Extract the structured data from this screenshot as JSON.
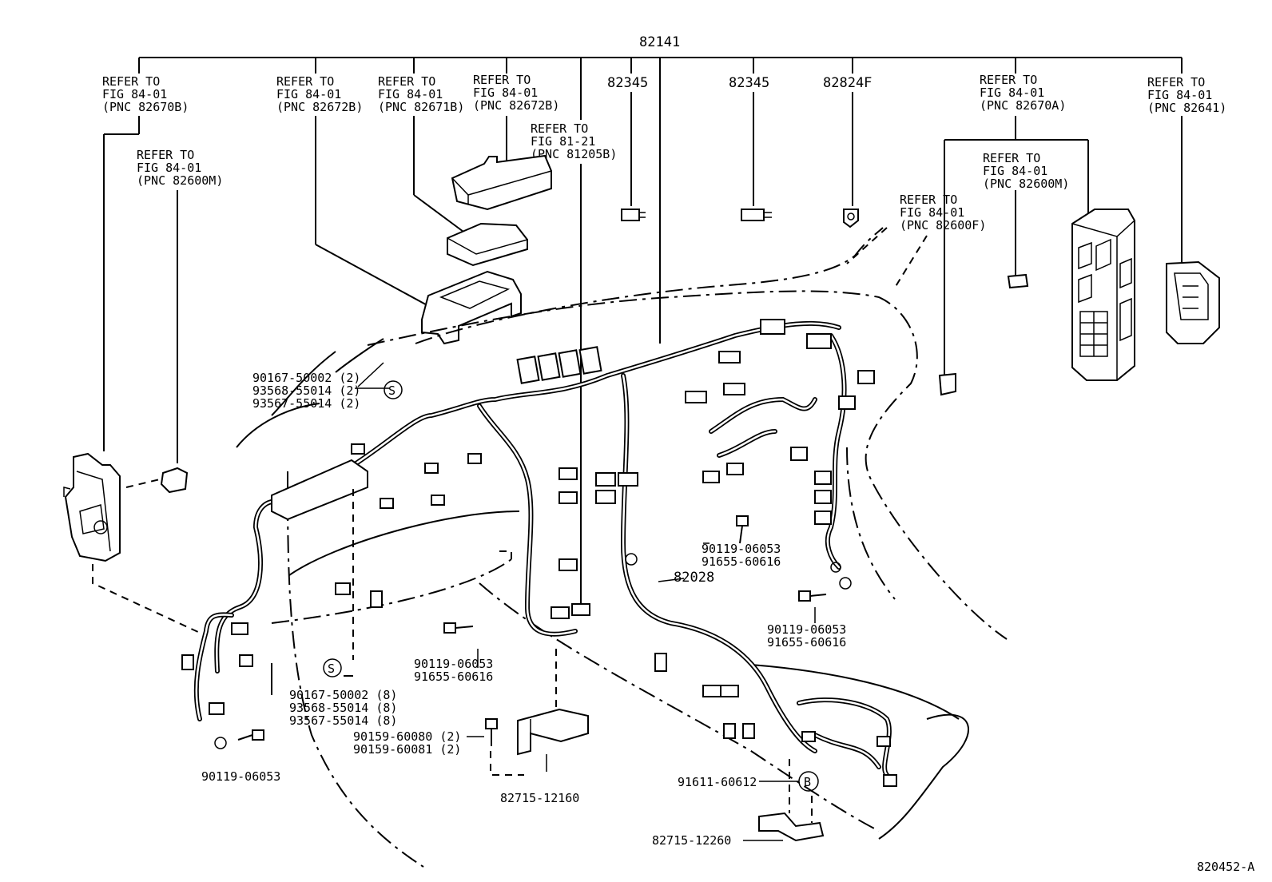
{
  "main_part": "82141",
  "refs": {
    "r82670b": {
      "l1": "REFER TO",
      "l2": "FIG 84-01",
      "l3": "(PNC 82670B)"
    },
    "r82600m_left": {
      "l1": "REFER TO",
      "l2": "FIG 84-01",
      "l3": "(PNC 82600M)"
    },
    "r82672b_a": {
      "l1": "REFER TO",
      "l2": "FIG 84-01",
      "l3": "(PNC 82672B)"
    },
    "r82671b": {
      "l1": "REFER TO",
      "l2": "FIG 84-01",
      "l3": "(PNC 82671B)"
    },
    "r82672b_b": {
      "l1": "REFER TO",
      "l2": "FIG 84-01",
      "l3": "(PNC 82672B)"
    },
    "r81205b": {
      "l1": "REFER TO",
      "l2": "FIG 81-21",
      "l3": "(PNC 81205B)"
    },
    "r82670a": {
      "l1": "REFER TO",
      "l2": "FIG 84-01",
      "l3": "(PNC 82670A)"
    },
    "r82641": {
      "l1": "REFER TO",
      "l2": "FIG 84-01",
      "l3": "(PNC 82641)"
    },
    "r82600m_right": {
      "l1": "REFER TO",
      "l2": "FIG 84-01",
      "l3": "(PNC 82600M)"
    },
    "r82600f": {
      "l1": "REFER TO",
      "l2": "FIG 84-01",
      "l3": "(PNC 82600F)"
    }
  },
  "parts": {
    "p82345_a": "82345",
    "p82345_b": "82345",
    "p82824f": "82824F",
    "p82028": "82028"
  },
  "groups": {
    "top_left": [
      "90167-50002 (2)",
      "93568-55014 (2)",
      "93567-55014 (2)"
    ],
    "bottom_left": [
      "90167-50002 (8)",
      "93568-55014 (8)",
      "93567-55014 (8)"
    ],
    "center": [
      "90119-06053",
      "91655-60616"
    ],
    "right_mid": [
      "90119-06053",
      "91655-60616"
    ],
    "right_low": [
      "90119-06053",
      "91655-60616"
    ],
    "bracket_bolts": [
      "90159-60080 (2)",
      "90159-60081 (2)"
    ]
  },
  "singles": {
    "bolt_left": "90119-06053",
    "bracket_a": "82715-12160",
    "clip_b": "91611-60612",
    "bracket_b": "82715-12260",
    "figure_id": "820452-A"
  },
  "markers": {
    "s1": "S",
    "s2": "S",
    "b1": "B"
  }
}
